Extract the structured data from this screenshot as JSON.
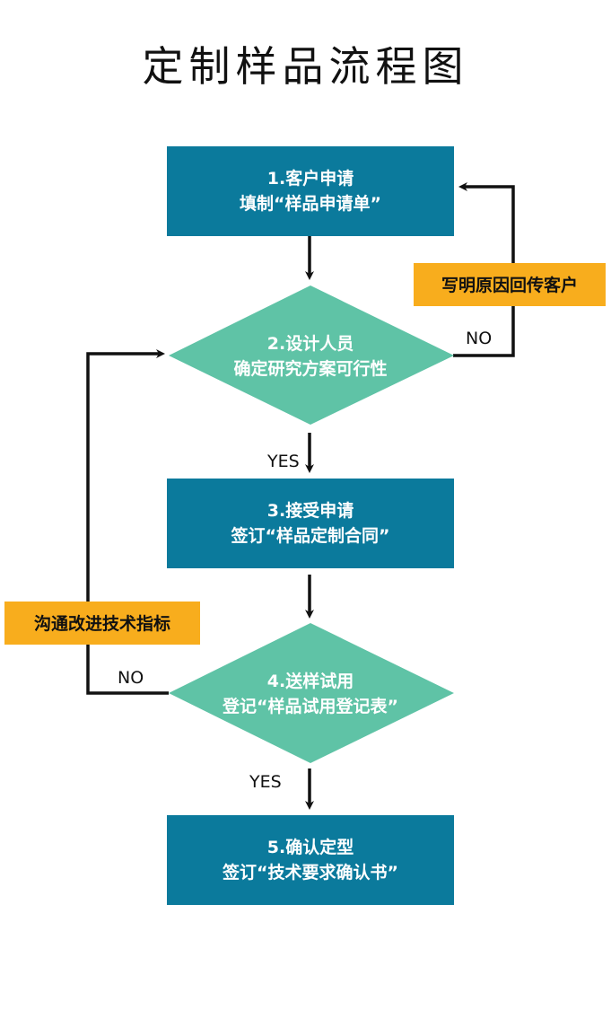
{
  "title": "定制样品流程图",
  "colors": {
    "process_box": "#0b7a9c",
    "decision_diamond": "#5fc3a6",
    "note_box": "#f8ad1d",
    "line": "#111111"
  },
  "steps": [
    {
      "kind": "process",
      "line1": "1.客户申请",
      "line2": "填制“样品申请单”"
    },
    {
      "kind": "decision",
      "line1": "2.设计人员",
      "line2": "确定研究方案可行性"
    },
    {
      "kind": "process",
      "line1": "3.接受申请",
      "line2": "签订“样品定制合同”"
    },
    {
      "kind": "decision",
      "line1": "4.送样试用",
      "line2": "登记“样品试用登记表”"
    },
    {
      "kind": "process",
      "line1": "5.确认定型",
      "line2": "签订“技术要求确认书”"
    }
  ],
  "notes": {
    "reject_note": "写明原因回传客户",
    "improve_note": "沟通改进技术指标"
  },
  "branches": {
    "no_1": "NO",
    "yes_1": "YES",
    "no_2": "NO",
    "yes_2": "YES"
  }
}
